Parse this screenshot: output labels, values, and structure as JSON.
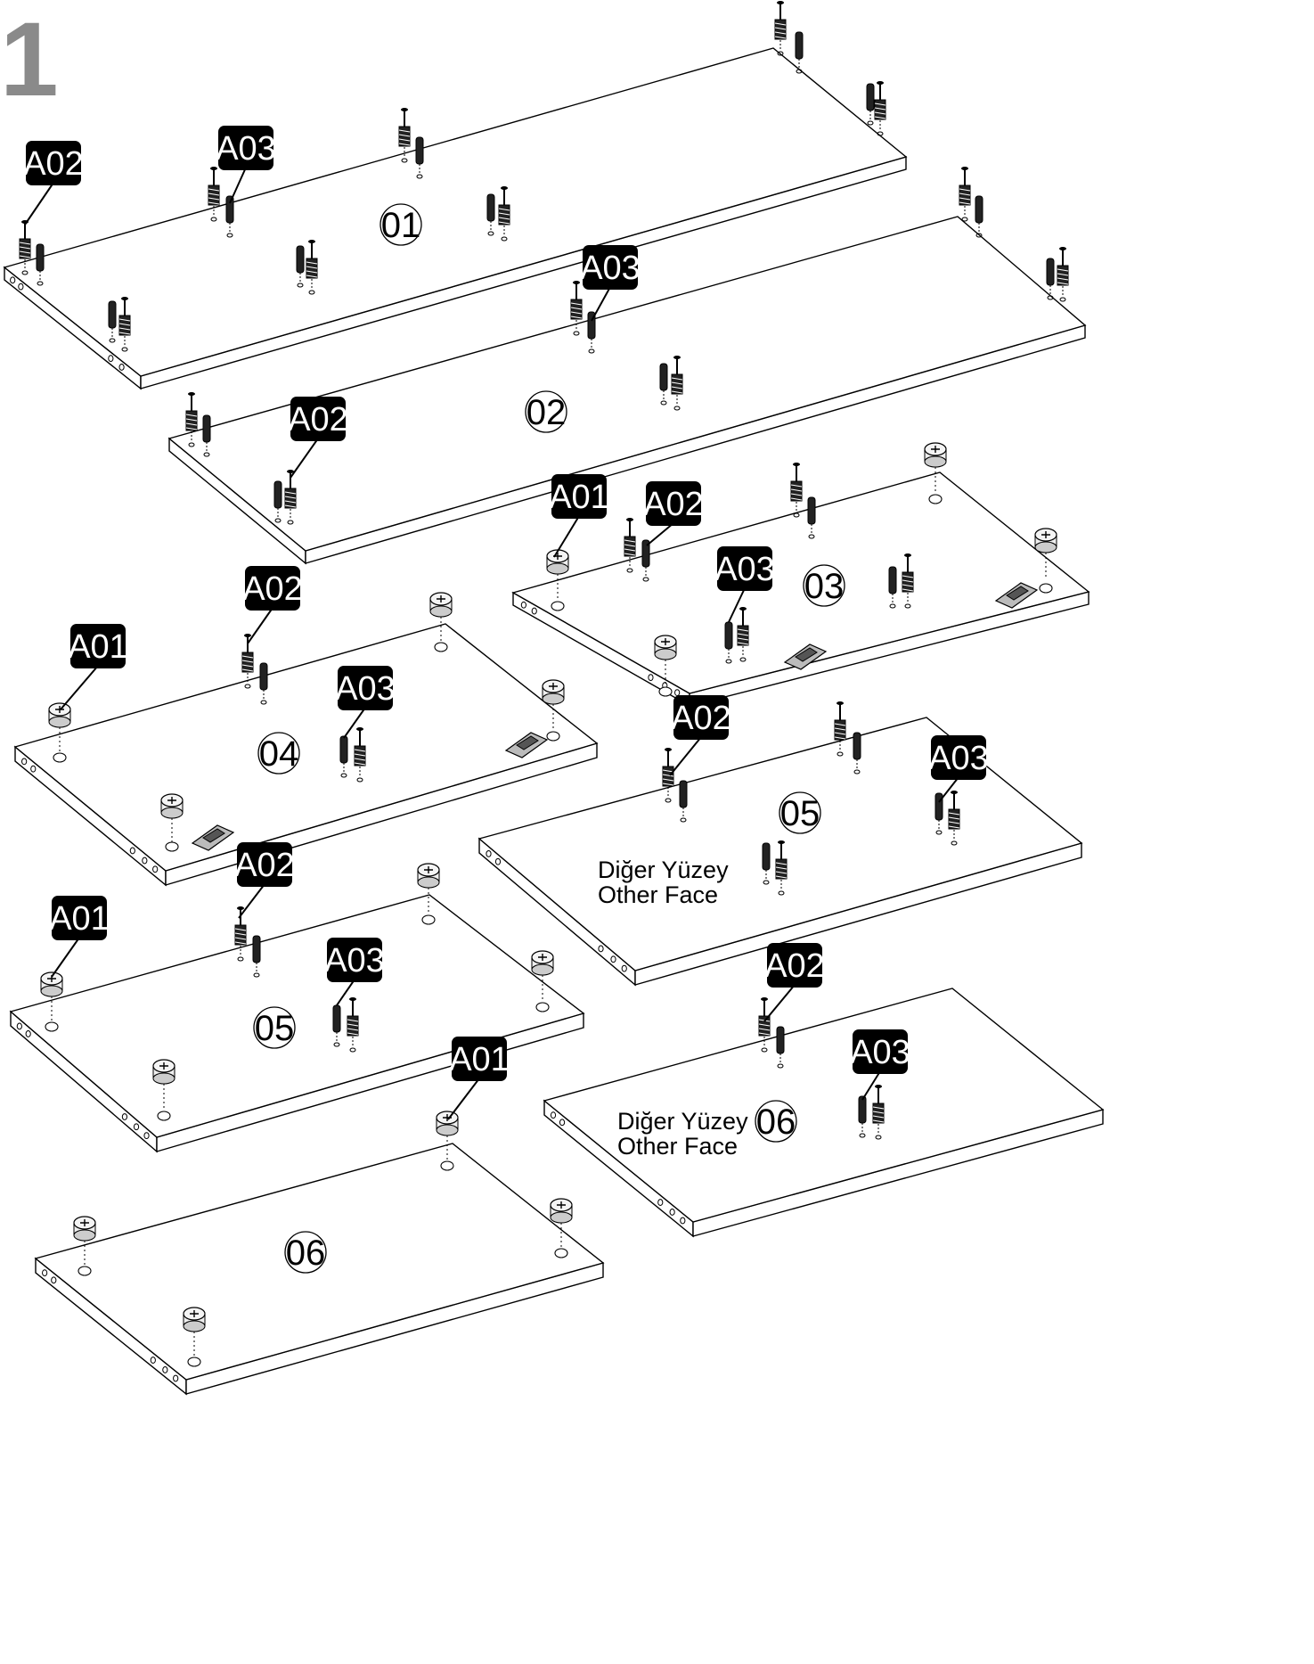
{
  "step_number": "1",
  "panels": [
    {
      "id": "p01",
      "label": "01"
    },
    {
      "id": "p02",
      "label": "02"
    },
    {
      "id": "p03",
      "label": "03"
    },
    {
      "id": "p04",
      "label": "04"
    },
    {
      "id": "p05a",
      "label": "05"
    },
    {
      "id": "p05b",
      "label": "05",
      "face_note": [
        "Diğer Yüzey",
        "Other Face"
      ]
    },
    {
      "id": "p06a",
      "label": "06",
      "face_note": [
        "Diğer Yüzey",
        "Other Face"
      ]
    },
    {
      "id": "p06b",
      "label": "06"
    }
  ],
  "part_tags": [
    "A01",
    "A02",
    "A03"
  ],
  "hardware": {
    "cam_lock": "cam-lock-icon",
    "cam_bolt": "cam-bolt-icon",
    "wood_dowel": "wood-dowel-icon",
    "hinge_plate": "hinge-plate-icon"
  }
}
